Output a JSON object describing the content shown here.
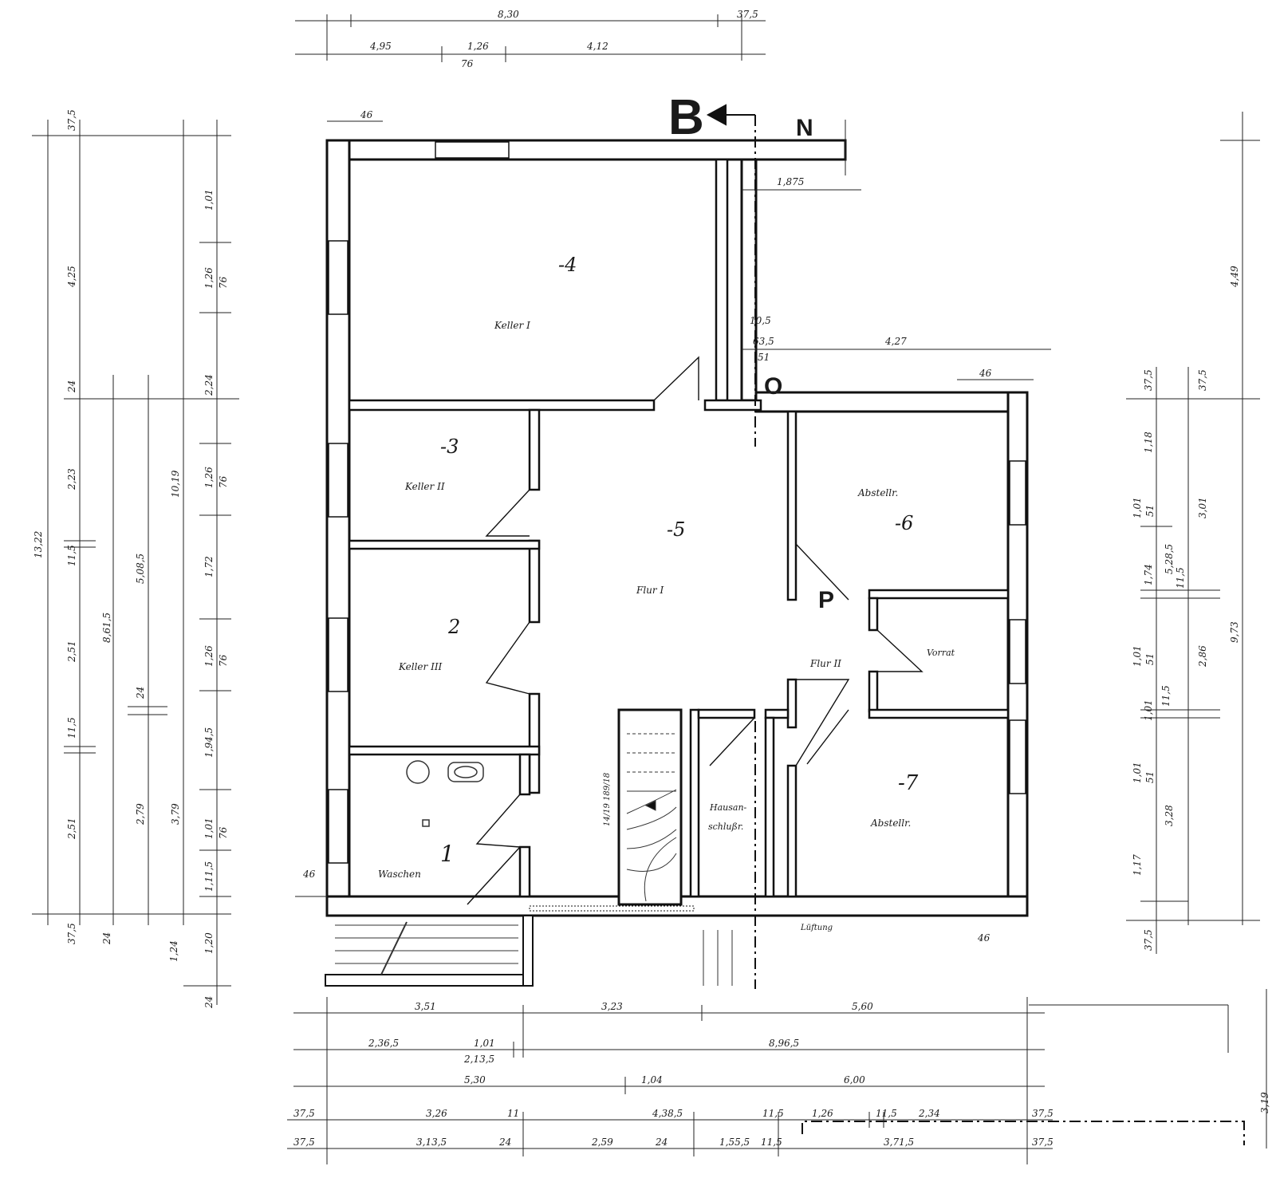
{
  "markers": {
    "section": "B",
    "north": "N",
    "o": "O",
    "p": "P"
  },
  "rooms": [
    {
      "id": "keller1",
      "number": "-4",
      "label": "Keller I"
    },
    {
      "id": "keller2",
      "number": "-3",
      "label": "Keller II"
    },
    {
      "id": "keller3",
      "number": "2",
      "label": "Keller III"
    },
    {
      "id": "waschen",
      "number": "1",
      "label": "Waschen"
    },
    {
      "id": "flur1",
      "number": "-5",
      "label": "Flur I"
    },
    {
      "id": "abstell1",
      "number": "-6",
      "label": "Abstellr."
    },
    {
      "id": "vorrat",
      "number": "",
      "label": "Vorrat"
    },
    {
      "id": "flur2",
      "number": "",
      "label": "Flur II"
    },
    {
      "id": "abstell2",
      "number": "-7",
      "label": "Abstellr."
    },
    {
      "id": "hausanschluss",
      "number": "",
      "label": "Hausan-\nschlußr."
    }
  ],
  "stair_label": "14/19 189/18",
  "annotations": {
    "luftung": "Lüftung"
  },
  "dims": {
    "top1": [
      "8,30",
      "37,5"
    ],
    "top2": [
      "4,95",
      "1,26",
      "76",
      "4,12"
    ],
    "n46": "46",
    "n_right": "1,875",
    "step": [
      "10,5",
      "63,5",
      "51",
      "4,27"
    ],
    "r46a": "46",
    "r46b": "46",
    "l46": "46",
    "left_outer": [
      "37,5",
      "4,25",
      "24",
      "2,23",
      "11,5",
      "2,51",
      "11,5",
      "2,51",
      "37,5"
    ],
    "left_mid": [
      "13,22",
      "5,08,5",
      "8,61,5",
      "24",
      "2,79",
      "24"
    ],
    "left_inner": [
      "1,01",
      "1,26",
      "76",
      "2,24",
      "1,26",
      "76",
      "1,72",
      "1,26",
      "76",
      "1,94,5",
      "1,01",
      "76",
      "1,11,5",
      "1,20",
      "24",
      "1,24",
      "10,19",
      "3,79"
    ],
    "right_outer": [
      "37,5",
      "1,18",
      "1,01",
      "51",
      "1,74",
      "1,01",
      "51",
      "1,01",
      "1,01",
      "51",
      "1,17",
      "37,5"
    ],
    "right_mid": [
      "37,5",
      "3,01",
      "11,5",
      "2,86",
      "11,5",
      "3,28",
      "5,28,5",
      "9,73",
      "4,49"
    ],
    "bottom1": [
      "3,51",
      "3,23",
      "5,60"
    ],
    "bottom2": [
      "2,36,5",
      "1,01",
      "2,13,5",
      "8,96,5"
    ],
    "bottom3": [
      "5,30",
      "1,04",
      "6,00"
    ],
    "bottom4": [
      "37,5",
      "3,26",
      "11",
      "4,38,5",
      "11,5",
      "1,26",
      "11,5",
      "2,34",
      "37,5"
    ],
    "bottom5": [
      "37,5",
      "3,13,5",
      "24",
      "2,59",
      "24",
      "1,55,5",
      "11,5",
      "3,71,5",
      "37,5"
    ],
    "far_right": "3,19"
  }
}
